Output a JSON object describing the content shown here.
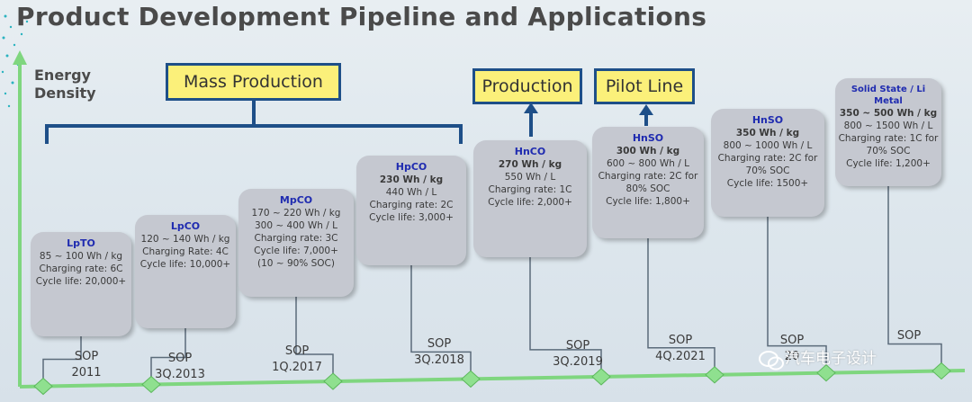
{
  "title": "Product Development Pipeline and Applications",
  "y_axis_label": [
    "Energy",
    "Density"
  ],
  "stages": {
    "mass_production": "Mass Production",
    "production": "Production",
    "pilot_line": "Pilot Line"
  },
  "products": [
    {
      "name": "LpTO",
      "lines": [
        "85 ~ 100 Wh / kg",
        "Charging rate: 6C",
        "Cycle life: 20,000+"
      ]
    },
    {
      "name": "LpCO",
      "lines": [
        "120 ~ 140 Wh / kg",
        "Charging Rate: 4C",
        "Cycle life: 10,000+"
      ]
    },
    {
      "name": "MpCO",
      "lines": [
        "170 ~ 220 Wh / kg",
        "300 ~ 400 Wh / L",
        "Charging rate: 3C",
        "Cycle life: 7,000+",
        "(10 ~ 90% SOC)"
      ]
    },
    {
      "name": "HpCO",
      "lines": [
        "230 Wh / kg",
        "440 Wh / L",
        "Charging rate: 2C",
        "Cycle life: 3,000+"
      ]
    },
    {
      "name": "HnCO",
      "lines": [
        "270 Wh / kg",
        "550 Wh / L",
        "Charging rate: 1C",
        "Cycle life: 2,000+"
      ]
    },
    {
      "name": "HnSO",
      "lines": [
        "300 Wh / kg",
        "600 ~ 800 Wh / L",
        "Charging rate: 2C for",
        "80% SOC",
        "Cycle life: 1,800+"
      ]
    },
    {
      "name": "HnSO",
      "lines": [
        "350 Wh / kg",
        "800 ~ 1000 Wh / L",
        "Charging rate: 2C for",
        "70% SOC",
        "Cycle life: 1500+"
      ]
    },
    {
      "name": "Solid State / Li Metal",
      "lines": [
        "350 ~ 500 Wh / kg",
        "800 ~ 1500 Wh / L",
        "Charging rate: 1C for",
        "70% SOC",
        "Cycle life: 1,200+"
      ]
    }
  ],
  "sop_dates": [
    "2011",
    "3Q.2013",
    "1Q.2017",
    "3Q.2018",
    "3Q.2019",
    "4Q.2021",
    "20",
    ""
  ],
  "sop_label": "SOP",
  "watermark": "汽车电子设计",
  "colors": {
    "axis": "#7fd67f",
    "card": "#c5c8d0",
    "product_name": "#1f2bb0",
    "stage_fill": "#fbf07a",
    "stage_border": "#1e4f88",
    "bracket": "#1e4f88"
  }
}
